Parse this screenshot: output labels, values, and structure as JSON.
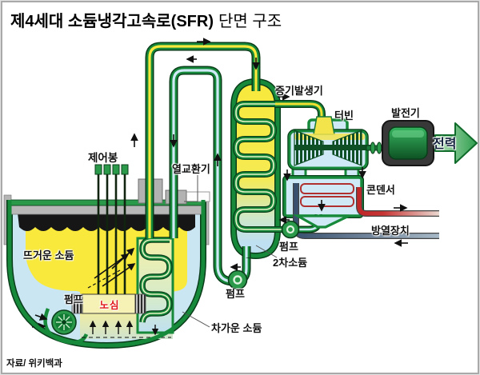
{
  "title": {
    "main": "제4세대 소듐냉각고속로(SFR)",
    "sub": "단면 구조"
  },
  "source_credit": "자료/ 위키백과",
  "labels": {
    "control_rods": "제어봉",
    "heat_exchanger": "열교환기",
    "steam_generator": "증기발생기",
    "turbine": "터빈",
    "generator": "발전기",
    "power_output": "전력",
    "condenser": "콘덴서",
    "heat_radiator": "방열장치",
    "hot_sodium": "뜨거운 소듐",
    "cold_sodium": "차가운 소듐",
    "reactor_core": "노심",
    "primary_pump": "펌프",
    "secondary_pump": "펌프",
    "condensate_pump": "펌프",
    "secondary_sodium": "2차소듐"
  },
  "colors": {
    "pipe_green": "#168a3a",
    "hot_sodium_yellow": "#f8e93c",
    "cold_sodium_blue": "#c9e6f2",
    "core_label_red": "#e01818",
    "power_arrow_green": "#2f9e4f",
    "radiator_hot_red": "#c02828",
    "radiator_cold_blue": "#38506e"
  }
}
